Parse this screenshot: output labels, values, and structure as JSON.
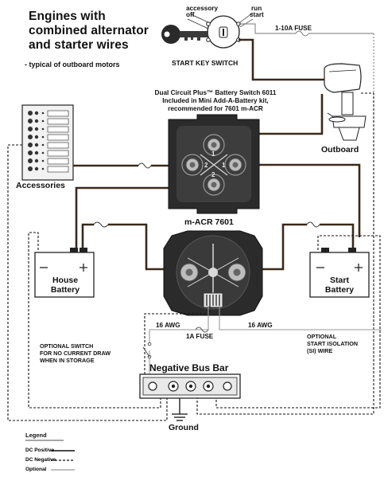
{
  "title": "Engines with\ncombined alternator\nand starter wires",
  "subtitle": "- typical of outboard motors",
  "key_switch": {
    "label": "START KEY SWITCH",
    "positions": [
      "accessory",
      "off",
      "run",
      "start"
    ]
  },
  "fuse_top": "1-10A FUSE",
  "battery_switch": {
    "label": "Dual Circuit Plus™ Battery Switch 6011\nIncluded in Mini Add-A-Battery kit,\nrecommended for 7601 m-ACR",
    "terminal_labels": [
      "1",
      "2",
      "2",
      "1"
    ]
  },
  "outboard": "Outboard",
  "accessories": "Accessories",
  "acr": "m-ACR 7601",
  "house_battery": "House\nBattery",
  "start_battery": "Start\nBattery",
  "awg_left": "16 AWG",
  "awg_right": "16 AWG",
  "fuse_1a": "1A FUSE",
  "optional_switch": "OPTIONAL SWITCH\nFOR NO CURRENT DRAW\nWHEN IN STORAGE",
  "optional_si": "OPTIONAL\nSTART ISOLATION\n(SI) WIRE",
  "bus_bar": "Negative Bus Bar",
  "ground": "Ground",
  "legend": {
    "title": "Legend",
    "items": [
      "DC Positive",
      "DC Negative",
      "Optional"
    ]
  }
}
